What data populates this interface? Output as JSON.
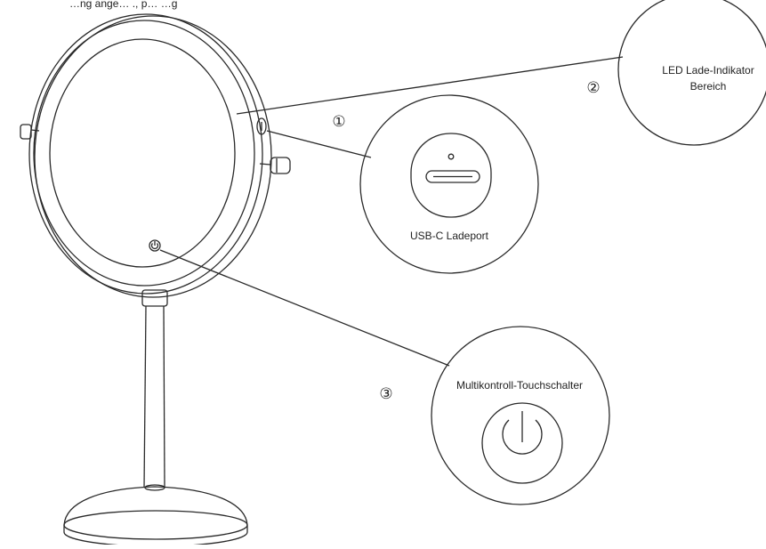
{
  "top_text": "…ng ange…                ., p…                         …g",
  "callouts": [
    {
      "number": "①",
      "label": "USB-C Ladeport"
    },
    {
      "number": "②",
      "label_line1": "LED Lade-Indikator",
      "label_line2": "Bereich"
    },
    {
      "number": "③",
      "label": "Multikontroll-Touchschalter"
    }
  ],
  "colors": {
    "line": "#2a2a2a",
    "background": "#ffffff"
  }
}
